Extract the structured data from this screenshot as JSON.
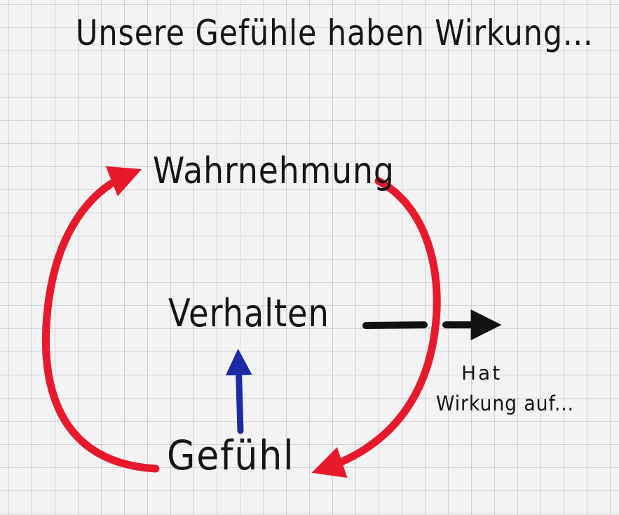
{
  "title": "Unsere Gefühle haben Wirkung...",
  "nodes": {
    "perception": "Wahrnehmung",
    "behavior": "Verhalten",
    "feeling": "Gefühl"
  },
  "annotation": {
    "line1": "Hat",
    "line2": "Wirkung auf..."
  },
  "colors": {
    "cycle_arrows": "#e8192c",
    "feeling_to_behavior_arrow": "#1c2aa8",
    "effect_arrow": "#111111",
    "ink": "#151515"
  }
}
